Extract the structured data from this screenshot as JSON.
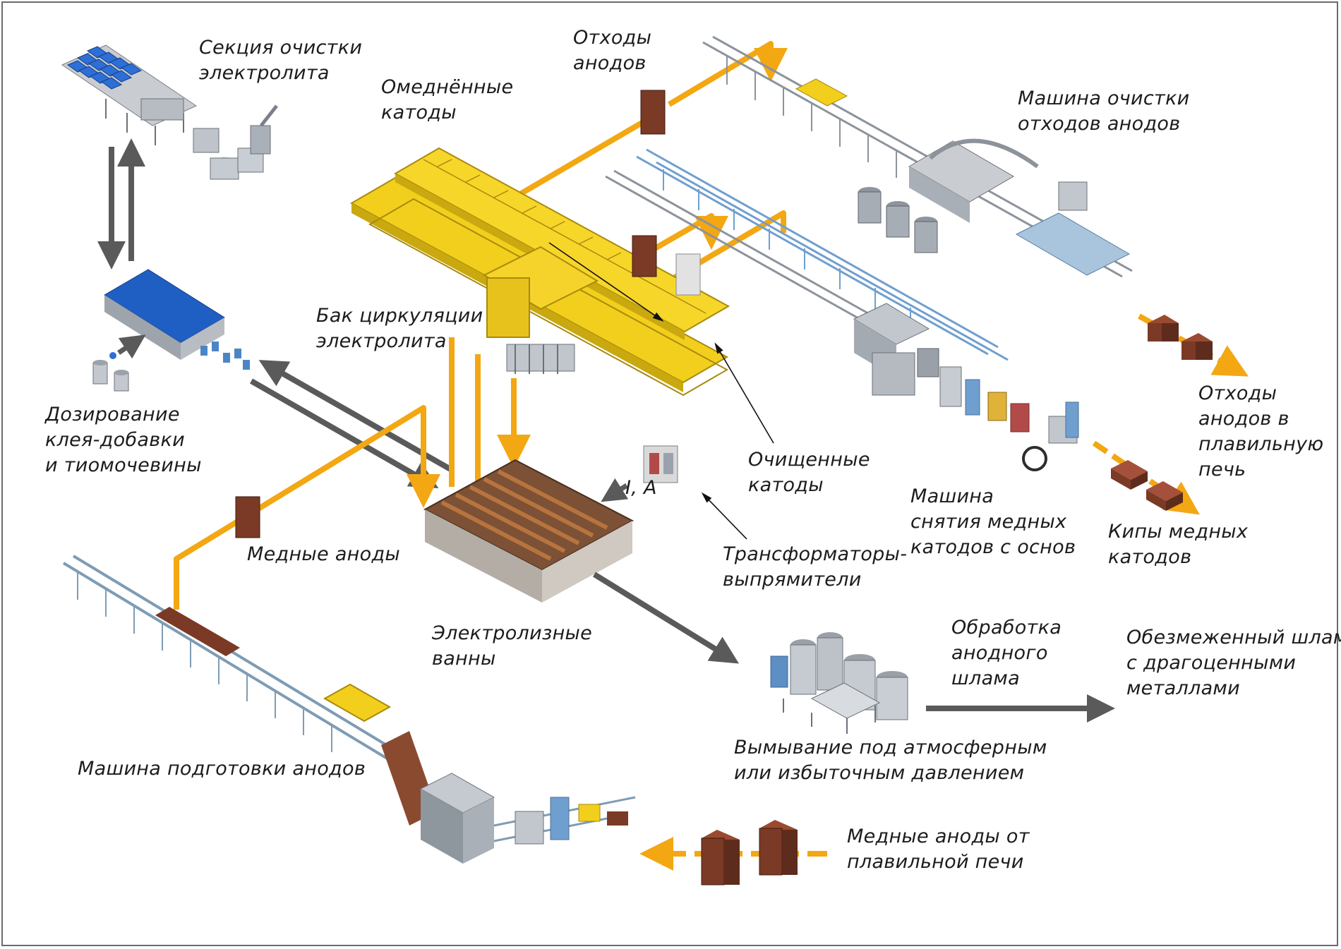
{
  "labels": {
    "sekciya": "Секция очистки\nэлектролита",
    "omednennye": "Омеднённые\nкатоды",
    "othody_top": "Отходы\nанодов",
    "mashina_ochistki": "Машина очистки\nотходов анодов",
    "bak": "Бак циркуляции\nэлектролита",
    "dozirovanie": "Дозирование\nклея-добавки\nи тиомочевины",
    "ochishchennye": "Очищенные\nкатоды",
    "mashina_snyatiya": "Машина\nснятия медных\nкатодов с основ",
    "othody_pech": "Отходы\nанодов в\nплавильную\nпечь",
    "kipy": "Кипы медных\nкатодов",
    "ia": "I, A",
    "mednye_anody": "Медные аноды",
    "transformatory": "Трансформаторы-\nвыпрямители",
    "elektroliznye": "Электролизные\nванны",
    "obrabotka": "Обработка\nанодного\nшлама",
    "obezmezhenny": "Обезмеженный шлам\nс драгоценными\nметаллами",
    "vymyvanie": "Вымывание под атмосферным\nили избыточным давлением",
    "mashina_podgotovki": "Машина подготовки анодов",
    "mednye_anody_pech": "Медные аноды от\nплавильной печи"
  },
  "colors": {
    "flow": "#f3a712",
    "arrow_gray": "#5a5a5a",
    "crane_yellow": "#f2cf1c",
    "copper": "#7a3a26",
    "roof_blue": "#1f5fc4",
    "steel": "#9aa3ad",
    "conveyor_blue": "#6f9fcf"
  }
}
